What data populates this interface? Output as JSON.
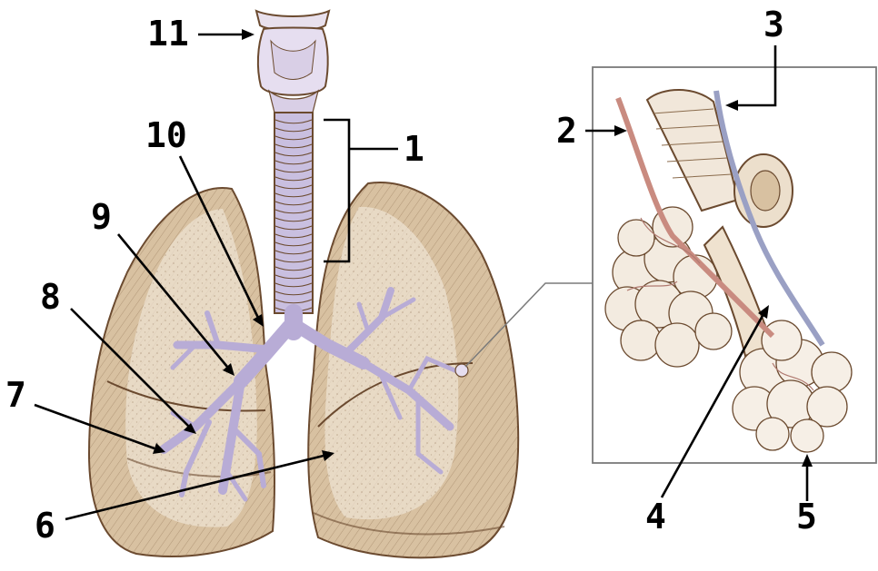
{
  "labels": {
    "l1": "1",
    "l2": "2",
    "l3": "3",
    "l4": "4",
    "l5": "5",
    "l6": "6",
    "l7": "7",
    "l8": "8",
    "l9": "9",
    "l10": "10",
    "l11": "11"
  },
  "colors": {
    "lung_fill": "#d8c1a1",
    "lung_light": "#ede2d2",
    "airway": "#c9bfe0",
    "outline": "#6b4a2f",
    "artery": "#c98b80",
    "vein": "#9aa0c4",
    "inset_frame": "#7a7a7a"
  }
}
